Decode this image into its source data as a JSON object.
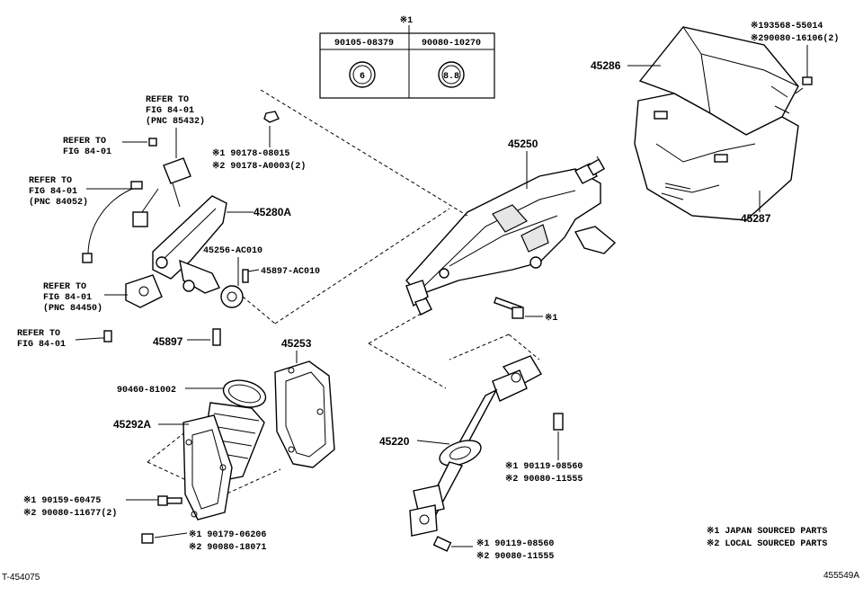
{
  "table": {
    "mark": "※1",
    "col1_pn": "90105-08379",
    "col2_pn": "90080-10270",
    "col1_grade": "6",
    "col2_grade": "8.8"
  },
  "labels": {
    "p45286": "45286",
    "p45287": "45287",
    "p45250": "45250",
    "p45280A": "45280A",
    "p45256": "45256-AC010",
    "p45897_ac": "45897-AC010",
    "p45897": "45897",
    "p45253": "45253",
    "p90460": "90460-81002",
    "p45292A": "45292A",
    "p45220": "45220",
    "cover_bolt_1": "※193568-55014",
    "cover_bolt_2": "※290080-16106(2)",
    "nut_1": "※1 90178-08015",
    "nut_2": "※2 90178-A0003(2)",
    "bolt_mark": "※1",
    "shaft_bolt_1": "※1 90119-08560",
    "shaft_bolt_2": "※2 90080-11555",
    "low_bolt_1": "※1 90119-08560",
    "low_bolt_2": "※2 90080-11555",
    "boot_bolt_1": "※1 90159-60475",
    "boot_bolt_2": "※2 90080-11677(2)",
    "boot_bolt_3": "※1 90179-06206",
    "boot_bolt_4": "※2 90080-18071",
    "ref1_a": "REFER TO",
    "ref1_b": "FIG 84-01",
    "ref1_c": "(PNC 85432)",
    "ref2_a": "REFER TO",
    "ref2_b": "FIG 84-01",
    "ref3_a": "REFER TO",
    "ref3_b": "FIG 84-01",
    "ref3_c": "(PNC 84052)",
    "ref4_a": "REFER TO",
    "ref4_b": "FIG 84-01",
    "ref4_c": "(PNC 84450)",
    "ref5_a": "REFER TO",
    "ref5_b": "FIG 84-01"
  },
  "notes": {
    "note1": "※1 JAPAN SOURCED PARTS",
    "note2": "※2 LOCAL SOURCED PARTS",
    "left_code": "T-454075",
    "right_code": "455549A"
  }
}
